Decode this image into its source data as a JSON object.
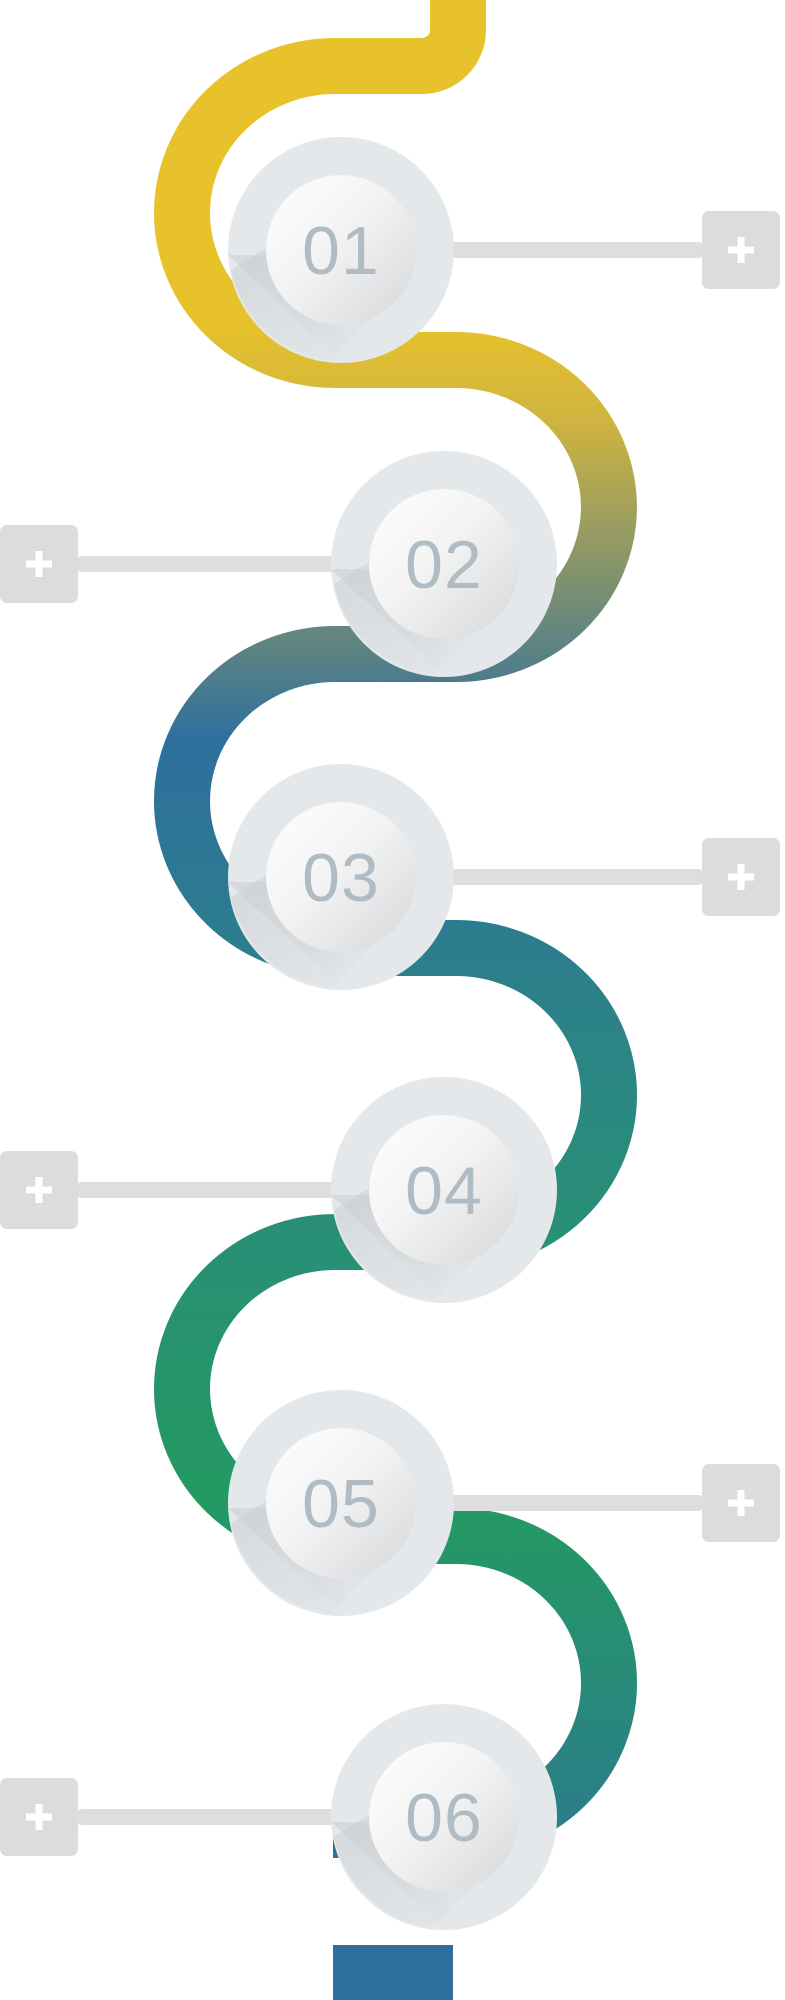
{
  "timeline": {
    "path_gradient": [
      "#e8c22a",
      "#e8c22a",
      "#d0b440",
      "#2e6f9e",
      "#2a8c7c",
      "#249a62",
      "#2e6f9e"
    ],
    "colors": {
      "disc_outer": "#e5e8ea",
      "disc_inner_light": "#ffffff",
      "disc_inner_dark": "#d5d7da",
      "number": "#b0bcc3",
      "connector": "#dedede",
      "box": "#dcdcdc",
      "plus": "#ffffff"
    },
    "steps": [
      {
        "number": "01",
        "side": "right",
        "icon": "plus-icon"
      },
      {
        "number": "02",
        "side": "left",
        "icon": "plus-icon"
      },
      {
        "number": "03",
        "side": "right",
        "icon": "plus-icon"
      },
      {
        "number": "04",
        "side": "left",
        "icon": "plus-icon"
      },
      {
        "number": "05",
        "side": "right",
        "icon": "plus-icon"
      },
      {
        "number": "06",
        "side": "left",
        "icon": "plus-icon"
      }
    ]
  }
}
